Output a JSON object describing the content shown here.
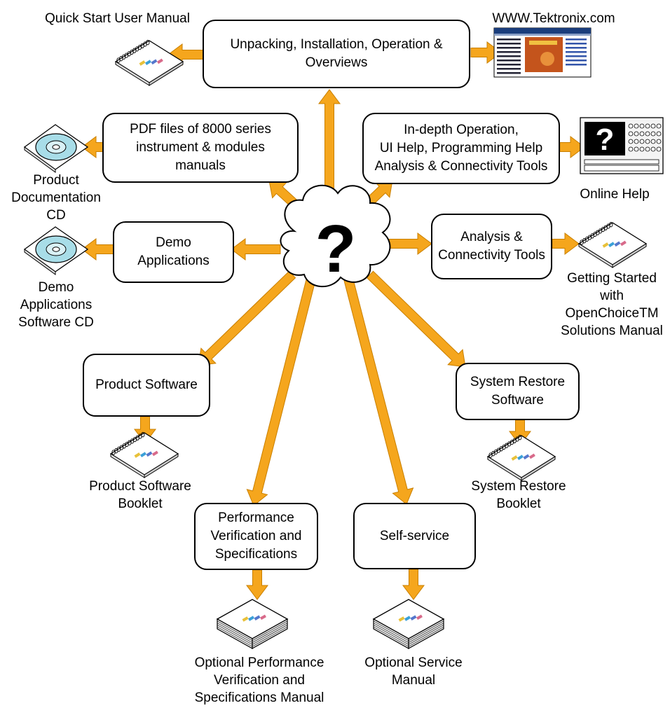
{
  "colors": {
    "arrow": "#f5a61d",
    "arrow_stroke": "#c97f00",
    "cd": "#a8dde8",
    "stripes": [
      "#e8c13a",
      "#3aa0d8",
      "#5577cc",
      "#d86a8a"
    ]
  },
  "hub": {
    "symbol": "?"
  },
  "boxes": {
    "unpacking": "Unpacking, Installation, Operation &\nOverviews",
    "pdf": "PDF files of 8000 series\ninstrument &  modules\nmanuals",
    "indepth": "In-depth Operation,\nUI Help, Programming Help\nAnalysis & Connectivity Tools",
    "demo": "Demo\nApplications",
    "analysis": "Analysis &\nConnectivity Tools",
    "product_sw": "Product Software",
    "restore": "System Restore\nSoftware",
    "perf": "Performance\nVerification and\nSpecifications",
    "selfservice": "Self-service"
  },
  "labels": {
    "quickstart": "Quick Start User Manual",
    "website": "WWW.Tektronix.com",
    "doc_cd": "Product\nDocumentation\nCD",
    "online_help": "Online Help",
    "demo_cd": "Demo\nApplications\nSoftware CD",
    "getting_started": "Getting Started\nwith\nOpenChoiceTM\nSolutions Manual",
    "product_sw_booklet": "Product Software\nBooklet",
    "restore_booklet": "System Restore\nBooklet",
    "perf_manual": "Optional Performance\nVerification and\nSpecifications Manual",
    "service_manual": "Optional Service\nManual"
  },
  "icons": {
    "quickstart": "spiral-manual-icon",
    "website": "webpage-icon",
    "doc_cd": "cd-icon",
    "online_help": "oscilloscope-help-icon",
    "demo_cd": "cd-icon",
    "getting_started": "spiral-manual-icon",
    "product_sw_booklet": "spiral-booklet-icon",
    "restore_booklet": "spiral-booklet-icon",
    "perf_manual": "book-icon",
    "service_manual": "book-icon"
  }
}
